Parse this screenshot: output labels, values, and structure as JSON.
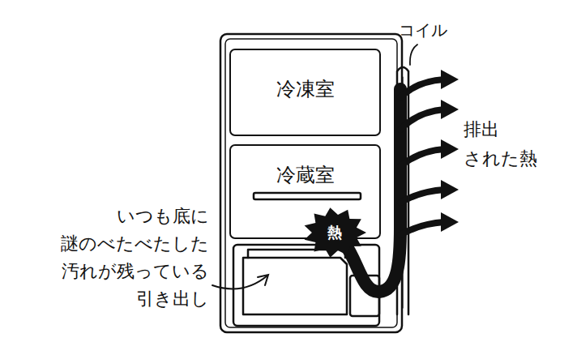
{
  "diagram": {
    "nodes": [
      {
        "text": [
          "冷凍室"
        ]
      },
      {
        "text": [
          "冷蔵室"
        ]
      },
      {
        "text": [
          "熱"
        ]
      }
    ],
    "labels": [
      "コイル",
      "排出 された熱",
      "いつも底に 謎のべたべたした 汚れが残っている 引き出し"
    ]
  }
}
